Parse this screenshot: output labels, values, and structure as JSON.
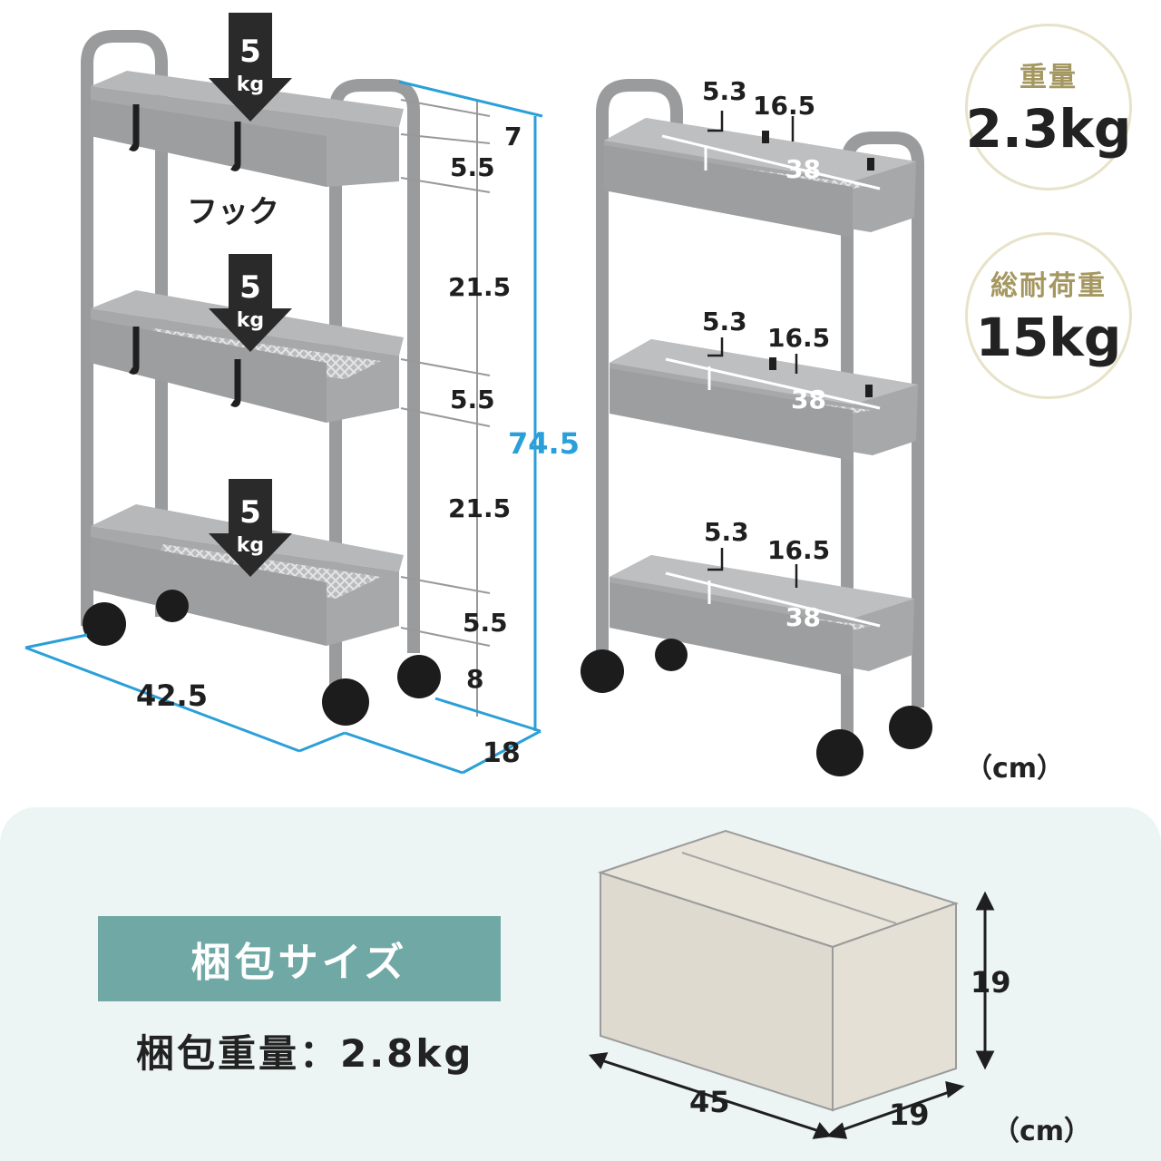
{
  "cart_left": {
    "load_badges": [
      {
        "value": "5",
        "unit": "kg"
      },
      {
        "value": "5",
        "unit": "kg"
      },
      {
        "value": "5",
        "unit": "kg"
      }
    ],
    "hook_label": "フック",
    "height_segments": [
      "7",
      "5.5",
      "21.5",
      "5.5",
      "21.5",
      "5.5",
      "8"
    ],
    "total_height": "74.5",
    "width": "42.5",
    "depth": "18"
  },
  "cart_right": {
    "tiers": [
      {
        "a": "5.3",
        "b": "16.5",
        "c": "38"
      },
      {
        "a": "5.3",
        "b": "16.5",
        "c": "38"
      },
      {
        "a": "5.3",
        "b": "16.5",
        "c": "38"
      }
    ],
    "unit": "（cm）"
  },
  "specs": {
    "weight_label": "重量",
    "weight_value": "2.3kg",
    "load_label": "総耐荷重",
    "load_value": "15kg"
  },
  "package": {
    "title": "梱包サイズ",
    "weight_text": "梱包重量：2.8kg",
    "height": "19",
    "length": "45",
    "depth": "19",
    "unit": "（cm）"
  },
  "colors": {
    "accent_blue": "#2b9fd8",
    "cart_gray": "#9a9b9c",
    "teal": "#6fa8a4",
    "gold": "#a49760"
  }
}
